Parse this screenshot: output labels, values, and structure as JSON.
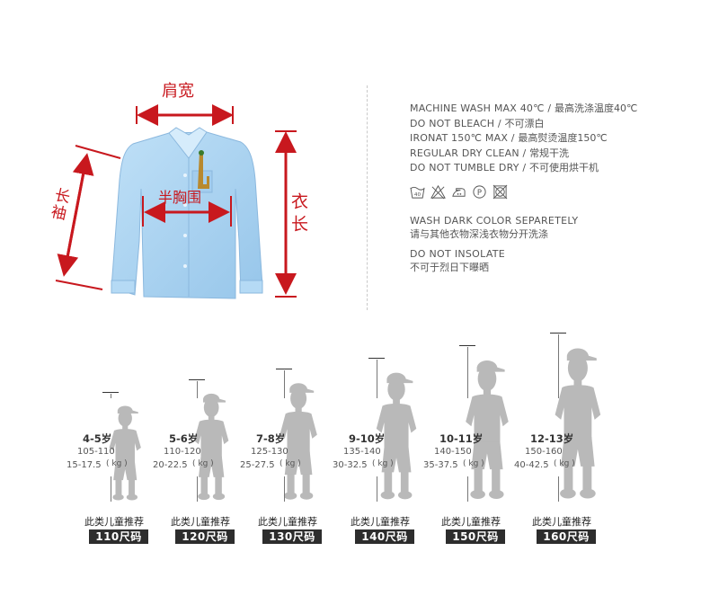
{
  "shirt": {
    "shoulder_label": "肩宽",
    "chest_label": "半胸围",
    "length_label": "衣长",
    "sleeve_label": "长袖"
  },
  "care": {
    "lines": [
      {
        "en": "MACHINE WASH MAX 40℃ / ",
        "zh": "最高洗涤温度40℃"
      },
      {
        "en": "DO NOT BLEACH / ",
        "zh": "不可漂白"
      },
      {
        "en": "IRONAT 150℃ MAX / ",
        "zh": "最高熨烫温度150℃"
      },
      {
        "en": "REGULAR DRY CLEAN / ",
        "zh": "常规干洗"
      },
      {
        "en": "DO NOT TUMBLE DRY / ",
        "zh": "不可使用烘干机"
      }
    ],
    "icons": [
      "wash-40-icon",
      "no-bleach-icon",
      "iron-icon",
      "dry-clean-icon",
      "no-tumble-dry-icon"
    ],
    "wash_icon_text": "40",
    "dry_clean_icon_text": "P",
    "note1_en": "WASH DARK COLOR SEPARETELY",
    "note1_zh": "请与其他衣物深浅衣物分开洗涤",
    "note2_en": "DO NOT INSOLATE",
    "note2_zh": "不可于烈日下曝晒"
  },
  "sizes": [
    {
      "age": "4-5岁",
      "height": "105-110",
      "weight": "15-17.5",
      "kg": "( kg )",
      "recommend": "此类儿童推荐",
      "size": "110尺码"
    },
    {
      "age": "5-6岁",
      "height": "110-120",
      "weight": "20-22.5",
      "kg": "( kg )",
      "recommend": "此类儿童推荐",
      "size": "120尺码"
    },
    {
      "age": "7-8岁",
      "height": "125-130",
      "weight": "25-27.5",
      "kg": "( kg )",
      "recommend": "此类儿童推荐",
      "size": "130尺码"
    },
    {
      "age": "9-10岁",
      "height": "135-140",
      "weight": "30-32.5",
      "kg": "( kg )",
      "recommend": "此类儿童推荐",
      "size": "140尺码"
    },
    {
      "age": "10-11岁",
      "height": "140-150",
      "weight": "35-37.5",
      "kg": "( kg )",
      "recommend": "此类儿童推荐",
      "size": "150尺码"
    },
    {
      "age": "12-13岁",
      "height": "150-160",
      "weight": "40-42.5",
      "kg": "( kg )",
      "recommend": "此类儿童推荐",
      "size": "160尺码"
    }
  ],
  "colors": {
    "measure_red": "#c8181e",
    "shirt_blue": "#a9d3f2",
    "silhouette_gray": "#b9b9b9",
    "badge_dark": "#2d2d2d"
  }
}
